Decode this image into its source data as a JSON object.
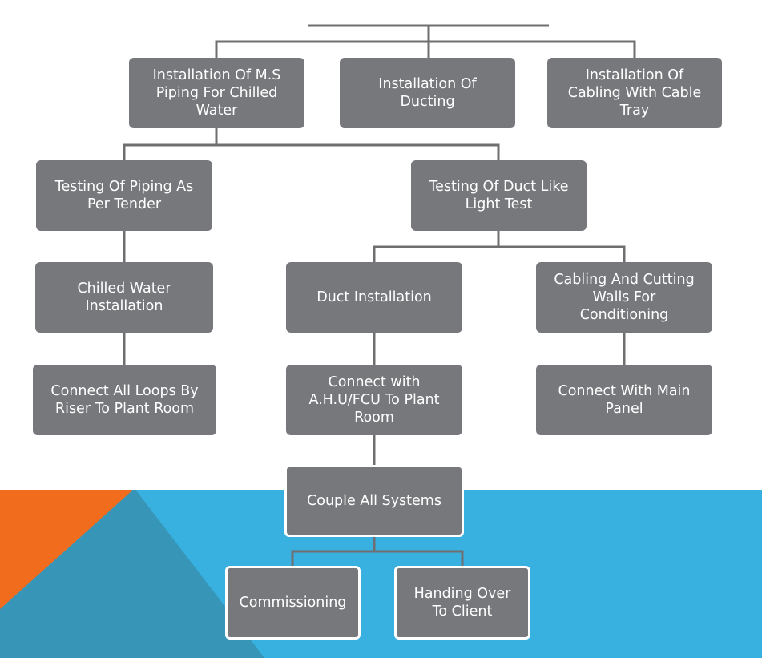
{
  "colors": {
    "node_fill": "#77787b",
    "connector": "#6f6f72",
    "band_blue": "#38b1e0",
    "band_teal": "#3796b8",
    "corner_orange": "#f26c1e"
  },
  "nodes": {
    "install_ms_piping": "Installation Of M.S\nPiping For Chilled\nWater",
    "install_ducting": "Installation Of\nDucting",
    "install_cabling": "Installation Of\nCabling With Cable\nTray",
    "test_piping": "Testing Of Piping As\nPer Tender",
    "test_duct": "Testing Of Duct Like\nLight Test",
    "chilled_water": "Chilled Water\nInstallation",
    "duct_installation": "Duct Installation",
    "cabling_cutting": "Cabling And Cutting\nWalls For\nConditioning",
    "connect_loops": "Connect All Loops By\nRiser To Plant Room",
    "connect_ahu": "Connect with\nA.H.U/FCU To Plant\nRoom",
    "connect_panel": "Connect With Main\nPanel",
    "couple_systems": "Couple All Systems",
    "commissioning": "Commissioning",
    "handing_over": "Handing  Over\nTo Client"
  }
}
